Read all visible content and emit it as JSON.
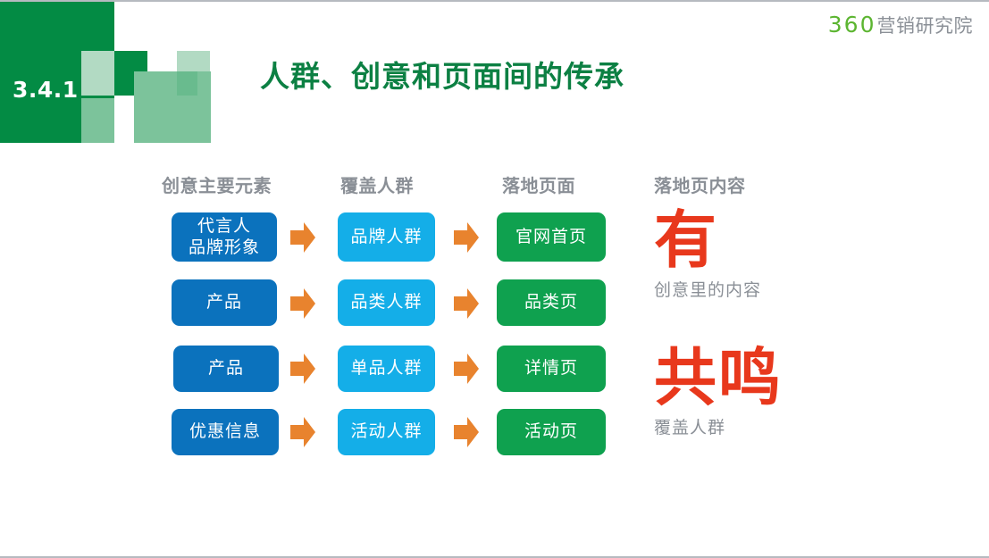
{
  "slide": {
    "number": "3.4.1",
    "title": "人群、创意和页面间的传承"
  },
  "logo": {
    "mark": "360",
    "name": "营销研究院",
    "mark_color": "#5cb531",
    "name_color": "#8b9097"
  },
  "columns": [
    {
      "header": "创意主要元素"
    },
    {
      "header": "覆盖人群"
    },
    {
      "header": "落地页面"
    },
    {
      "header": "落地页内容"
    }
  ],
  "colors": {
    "header_green": "#038b44",
    "title_green": "#0c8043",
    "square_pale": "#b2dac3",
    "square_mid": "#7cc39b",
    "box_dark_blue": "#0b72bd",
    "box_light_blue": "#14aee8",
    "box_green": "#0fa14f",
    "arrow_orange": "#e8832e",
    "emphasis_red": "#e8381c",
    "muted_gray": "#8a8f96"
  },
  "rows": [
    {
      "creative": {
        "line1": "代言人",
        "line2": "品牌形象"
      },
      "audience": "品牌人群",
      "page": "官网首页"
    },
    {
      "creative": {
        "line1": "产品",
        "line2": ""
      },
      "audience": "品类人群",
      "page": "品类页"
    },
    {
      "creative": {
        "line1": "产品",
        "line2": ""
      },
      "audience": "单品人群",
      "page": "详情页"
    },
    {
      "creative": {
        "line1": "优惠信息",
        "line2": ""
      },
      "audience": "活动人群",
      "page": "活动页"
    }
  ],
  "emphasis": [
    {
      "big": "有",
      "sub": "创意里的内容"
    },
    {
      "big": "共鸣",
      "sub": "覆盖人群"
    }
  ],
  "icons": {
    "arrow": "right-block-arrow-icon"
  }
}
